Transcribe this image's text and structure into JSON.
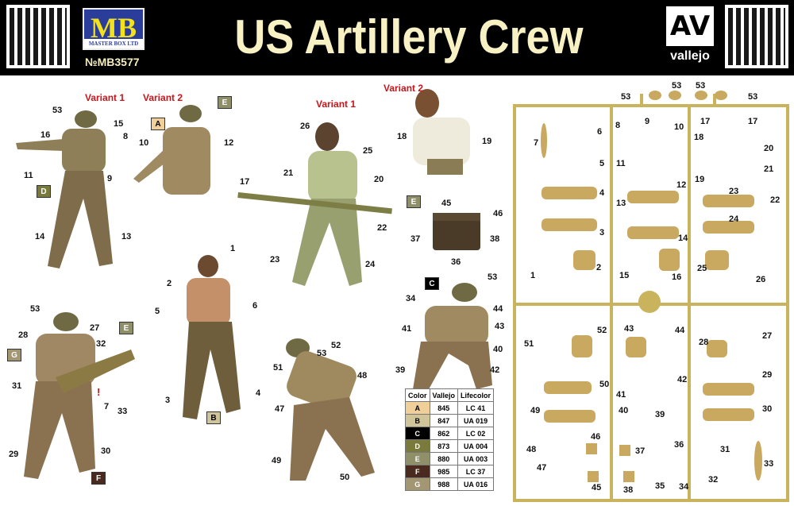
{
  "header": {
    "title": "US Artillery Crew",
    "brand_big": "MB",
    "brand_small": "MASTER BOX LTD",
    "kit_number": "№MB3577",
    "paint_brand_logo": "AV",
    "paint_brand": "vallejo"
  },
  "variants": [
    "Variant 1",
    "Variant 2",
    "Variant 1",
    "Variant 2"
  ],
  "badges": [
    "D",
    "A",
    "E",
    "E",
    "B",
    "E",
    "G",
    "F",
    "C",
    "!"
  ],
  "labels": [
    "53",
    "15",
    "16",
    "8",
    "11",
    "9",
    "14",
    "13",
    "10",
    "12",
    "26",
    "25",
    "21",
    "20",
    "17",
    "22",
    "23",
    "24",
    "18",
    "19",
    "45",
    "46",
    "37",
    "38",
    "36",
    "1",
    "2",
    "6",
    "5",
    "3",
    "4",
    "53",
    "27",
    "28",
    "32",
    "31",
    "7",
    "33",
    "29",
    "30",
    "53",
    "52",
    "51",
    "48",
    "47",
    "49",
    "50",
    "53",
    "34",
    "44",
    "41",
    "43",
    "40",
    "39",
    "42"
  ],
  "sprue_labels": [
    "53",
    "53",
    "53",
    "53",
    "7",
    "6",
    "8",
    "9",
    "10",
    "17",
    "17",
    "18",
    "20",
    "5",
    "11",
    "21",
    "12",
    "19",
    "22",
    "4",
    "13",
    "23",
    "24",
    "3",
    "14",
    "1",
    "2",
    "15",
    "16",
    "25",
    "26",
    "52",
    "43",
    "44",
    "28",
    "27",
    "51",
    "42",
    "29",
    "50",
    "41",
    "49",
    "40",
    "39",
    "30",
    "46",
    "37",
    "36",
    "31",
    "48",
    "47",
    "33",
    "45",
    "38",
    "35",
    "34",
    "32"
  ],
  "color_table": {
    "headers": [
      "Color",
      "Vallejo",
      "Lifecolor"
    ],
    "rows": [
      [
        "A",
        "845",
        "LC 41"
      ],
      [
        "B",
        "847",
        "UA 019"
      ],
      [
        "C",
        "862",
        "LC 02"
      ],
      [
        "D",
        "873",
        "UA 004"
      ],
      [
        "E",
        "880",
        "UA 003"
      ],
      [
        "F",
        "985",
        "LC 37"
      ],
      [
        "G",
        "988",
        "UA 016"
      ]
    ],
    "swatches": [
      "#f1cf98",
      "#cfc49a",
      "#000000",
      "#7a7a3c",
      "#8f8f6a",
      "#4a2a1e",
      "#a39672"
    ]
  }
}
